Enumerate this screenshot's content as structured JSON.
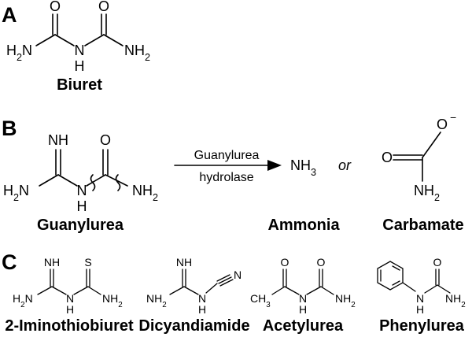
{
  "panels": {
    "a": {
      "label": "A",
      "biuret": {
        "name": "Biuret",
        "atoms": {
          "o1": "O",
          "o2": "O",
          "n_left": "H2N",
          "n_mid": "N",
          "h_mid": "H",
          "n_right": "NH2"
        }
      }
    },
    "b": {
      "label": "B",
      "guanylurea": {
        "name": "Guanylurea",
        "atoms": {
          "nh_top": "NH",
          "o_top": "O",
          "n_left": "H2N",
          "n_mid": "N",
          "h_mid": "H",
          "n_right": "NH2"
        }
      },
      "reaction": {
        "enzyme_line1": "Guanylurea",
        "enzyme_line2": "hydrolase"
      },
      "product_nh3": {
        "formula": "NH3",
        "name": "Ammonia"
      },
      "or_word": "or",
      "carbamate": {
        "name": "Carbamate",
        "atoms": {
          "o_minus": "O",
          "charge": "−",
          "o_left": "O",
          "n_bottom": "NH2"
        }
      }
    },
    "c": {
      "label": "C",
      "compounds": [
        {
          "name": "2-Iminothiobiuret",
          "atoms": {
            "nh": "NH",
            "s": "S",
            "n_left": "H2N",
            "n_mid": "N",
            "h_mid": "H",
            "n_right": "NH2"
          }
        },
        {
          "name": "Dicyandiamide",
          "atoms": {
            "nh": "NH",
            "n_left": "NH2",
            "n_mid": "N",
            "h_mid": "H",
            "n_cn": "N"
          }
        },
        {
          "name": "Acetylurea",
          "atoms": {
            "o1": "O",
            "o2": "O",
            "ch3": "CH3",
            "n_mid": "N",
            "h_mid": "H",
            "n_right": "NH2"
          }
        },
        {
          "name": "Phenylurea",
          "atoms": {
            "o": "O",
            "n_mid": "N",
            "h_mid": "H",
            "n_right": "NH2"
          }
        }
      ]
    }
  }
}
